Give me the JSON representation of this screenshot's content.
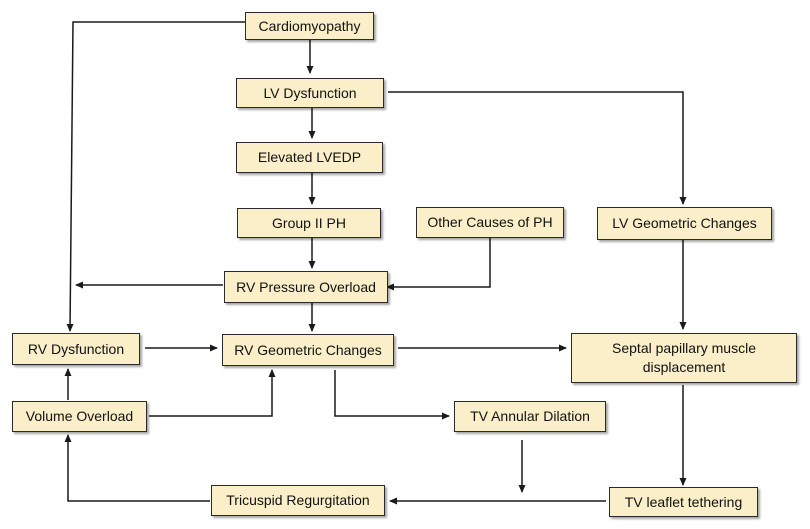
{
  "diagram": {
    "type": "flowchart",
    "node_fill": "#fbefc9",
    "node_border": "#2a2a2a",
    "arrow_color": "#1a1a1a",
    "nodes": {
      "cardiomyopathy": "Cardiomyopathy",
      "lv_dysfunction": "LV Dysfunction",
      "elevated_lvedp": "Elevated LVEDP",
      "group_ii_ph": "Group II PH",
      "other_causes_ph": "Other Causes of PH",
      "lv_geometric_changes": "LV Geometric Changes",
      "rv_pressure_overload": "RV Pressure Overload",
      "rv_dysfunction": "RV Dysfunction",
      "rv_geometric_changes": "RV Geometric Changes",
      "septal_papillary": "Septal papillary muscle displacement",
      "volume_overload": "Volume Overload",
      "tv_annular_dilation": "TV Annular Dilation",
      "tricuspid_regurgitation": "Tricuspid Regurgitation",
      "tv_leaflet_tethering": "TV leaflet tethering"
    },
    "edges": [
      [
        "cardiomyopathy",
        "lv_dysfunction"
      ],
      [
        "cardiomyopathy",
        "rv_dysfunction"
      ],
      [
        "lv_dysfunction",
        "elevated_lvedp"
      ],
      [
        "lv_dysfunction",
        "lv_geometric_changes"
      ],
      [
        "elevated_lvedp",
        "group_ii_ph"
      ],
      [
        "group_ii_ph",
        "rv_pressure_overload"
      ],
      [
        "other_causes_ph",
        "rv_pressure_overload"
      ],
      [
        "rv_pressure_overload",
        "rv_dysfunction"
      ],
      [
        "rv_pressure_overload",
        "rv_geometric_changes"
      ],
      [
        "lv_geometric_changes",
        "septal_papillary"
      ],
      [
        "rv_dysfunction",
        "rv_geometric_changes"
      ],
      [
        "rv_geometric_changes",
        "septal_papillary"
      ],
      [
        "rv_geometric_changes",
        "tv_annular_dilation"
      ],
      [
        "volume_overload",
        "rv_dysfunction"
      ],
      [
        "volume_overload",
        "rv_geometric_changes"
      ],
      [
        "septal_papillary",
        "tv_leaflet_tethering"
      ],
      [
        "tv_annular_dilation",
        "tricuspid_regurgitation"
      ],
      [
        "tv_leaflet_tethering",
        "tricuspid_regurgitation"
      ],
      [
        "tricuspid_regurgitation",
        "volume_overload"
      ]
    ]
  }
}
